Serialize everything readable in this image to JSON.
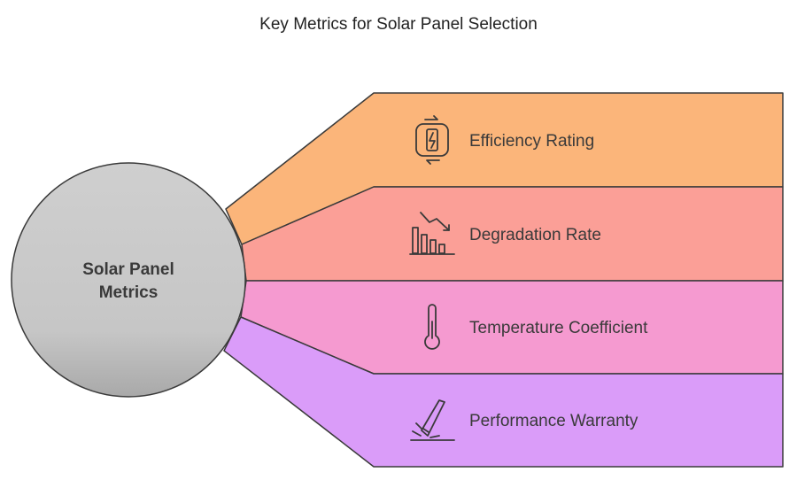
{
  "title": "Key Metrics for Solar Panel Selection",
  "center": {
    "line1": "Solar Panel",
    "line2": "Metrics"
  },
  "colors": {
    "circle_top": "#cfcfcf",
    "circle_bottom": "#a9a9a9",
    "stroke": "#3a3a3a"
  },
  "metrics": [
    {
      "label": "Efficiency Rating",
      "icon": "battery-charging-icon",
      "color": "#fbb57a"
    },
    {
      "label": "Degradation Rate",
      "icon": "declining-chart-icon",
      "color": "#fb9f97"
    },
    {
      "label": "Temperature Coefficient",
      "icon": "thermometer-icon",
      "color": "#f59ad0"
    },
    {
      "label": "Performance Warranty",
      "icon": "pen-signature-icon",
      "color": "#da9cf9"
    }
  ]
}
